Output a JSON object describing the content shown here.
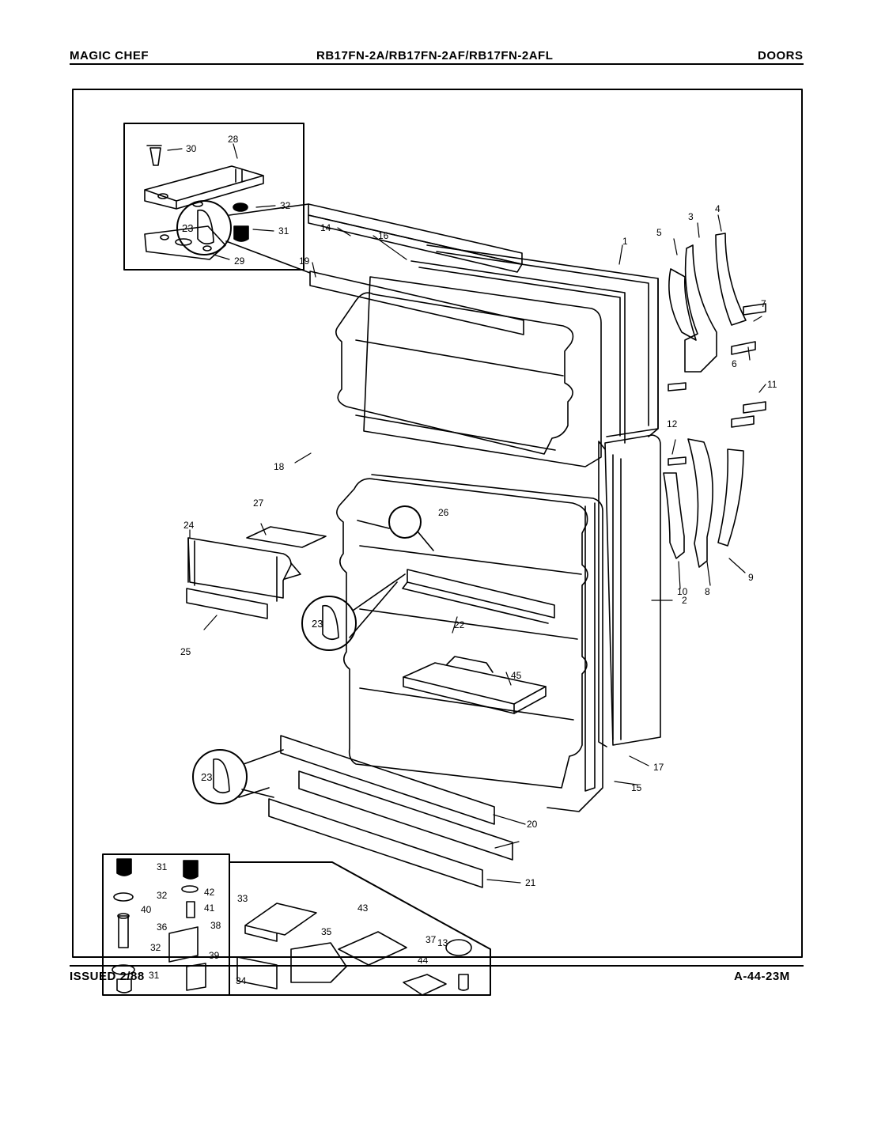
{
  "header": {
    "brand": "MAGIC CHEF",
    "model": "RB17FN-2A/RB17FN-2AF/RB17FN-2AFL",
    "section": "DOORS"
  },
  "footer": {
    "issued": "ISSUED 2/88",
    "code": "A-44-23M"
  },
  "callouts": [
    "1",
    "2",
    "3",
    "4",
    "5",
    "6",
    "7",
    "8",
    "9",
    "10",
    "11",
    "12",
    "13",
    "14",
    "15",
    "16",
    "17",
    "18",
    "19",
    "20",
    "20",
    "21",
    "22",
    "23",
    "23",
    "23",
    "24",
    "25",
    "26",
    "27",
    "28",
    "29",
    "30",
    "31",
    "31",
    "31",
    "32",
    "32",
    "32",
    "33",
    "34",
    "35",
    "36",
    "37",
    "38",
    "39",
    "40",
    "41",
    "42",
    "43",
    "44",
    "45"
  ],
  "colors": {
    "ink": "#000000",
    "paper": "#ffffff"
  }
}
